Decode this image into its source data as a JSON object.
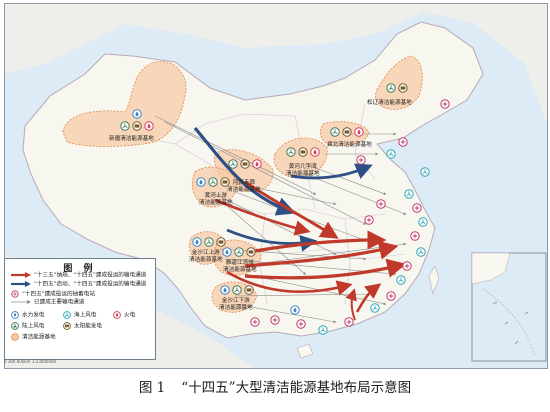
{
  "caption": {
    "figure_number": "图 1",
    "title": "“十四五”大型清洁能源基地布局示意图"
  },
  "legend": {
    "title": "图 例",
    "items": [
      "“十三五”纳规、“十四五”建成投运的输电通道",
      "“十四五”启动、“十四五”建成投运的输电通道",
      "“十四五”建成投运的抽蓄电站",
      "已建成主要输电通道",
      "水力发电",
      "海上风电",
      "火电",
      "陆上风电",
      "太阳能发电",
      "清洁能源基地"
    ]
  },
  "scale_text": "0   300  600km   1:23000000",
  "bases": [
    {
      "id": "xinjiang",
      "label": "新疆清洁能源基地"
    },
    {
      "id": "songliao",
      "label": "松辽清洁能源基地"
    },
    {
      "id": "jibei",
      "label": "冀北清洁能源基地"
    },
    {
      "id": "huanghe-jizi",
      "label": "黄河几字湾\n清洁能源基地"
    },
    {
      "id": "hexi",
      "label": "河西走廊\n清洁能源基地"
    },
    {
      "id": "huanghe-upper",
      "label": "黄河上游\n清洁能源基地"
    },
    {
      "id": "jinsha-upper",
      "label": "金沙江上游\n清洁能源基地"
    },
    {
      "id": "yalong",
      "label": "雅砻江流域\n清洁能源基地"
    },
    {
      "id": "jinsha-lower",
      "label": "金沙江下游\n清洁能源基地"
    }
  ],
  "colors": {
    "sea": "#dcebf5",
    "land": "#f7f6ef",
    "base_fill": "#f6c9a4",
    "base_stroke": "#e0884a",
    "red_arrow": "#c0392b",
    "blue_arrow": "#2e4f86",
    "grey_line": "#8c8c8c",
    "hydro": "#3a86c8",
    "offshore_wind": "#2fa7b8",
    "thermal": "#d2455a",
    "onshore_wind": "#3e7a57",
    "solar": "#7a5a2a",
    "pumped": "#c03a6a"
  },
  "icons": {
    "hydro": "water-drop-icon",
    "offshore_wind": "offshore-wind-icon",
    "thermal": "flame-icon",
    "onshore_wind": "wind-turbine-icon",
    "solar": "solar-panel-icon",
    "pumped": "pumped-storage-icon"
  }
}
